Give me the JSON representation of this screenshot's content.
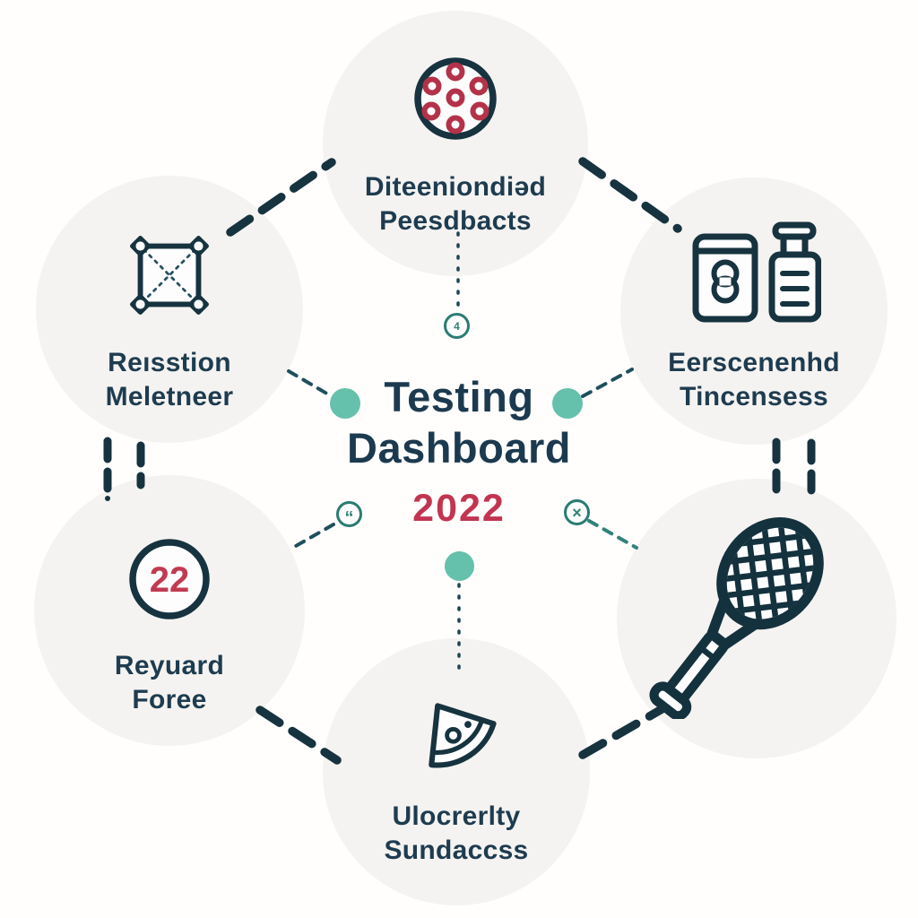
{
  "center": {
    "title_line1": "Testing",
    "title_line2": "Dashboard",
    "year": "2022"
  },
  "nodes": {
    "top_center": {
      "icon": "dotted-circle-icon",
      "label1": "Diteeniondiəd",
      "label2": "Peesdbacts"
    },
    "top_left": {
      "icon": "square-corner-nodes-icon",
      "label1": "Reısstion",
      "label2": "Meletneer"
    },
    "top_right": {
      "icon": "containers-icon",
      "label1": "Eerscenenhd",
      "label2": "Tincensess"
    },
    "bottom_left": {
      "icon": "number-badge-icon",
      "badge": "22",
      "label1": "Reyuard",
      "label2": "Foree"
    },
    "bottom_center": {
      "icon": "watermelon-icon",
      "label1": "Ulocrerlty",
      "label2": "Sundaccss"
    },
    "bottom_right": {
      "icon": "tennis-racket-icon"
    }
  },
  "markers": {
    "top_glyph": "4",
    "left_glyph": "“",
    "right_glyph": "×"
  },
  "colors": {
    "navy": "#16333f",
    "label_navy": "#1e3c50",
    "accent_red": "#b9334c",
    "year_red": "#c23550",
    "teal_dot": "#65c1ab",
    "teal_ring": "#2a7c72",
    "bubble_bg": "#f5f3f1"
  }
}
